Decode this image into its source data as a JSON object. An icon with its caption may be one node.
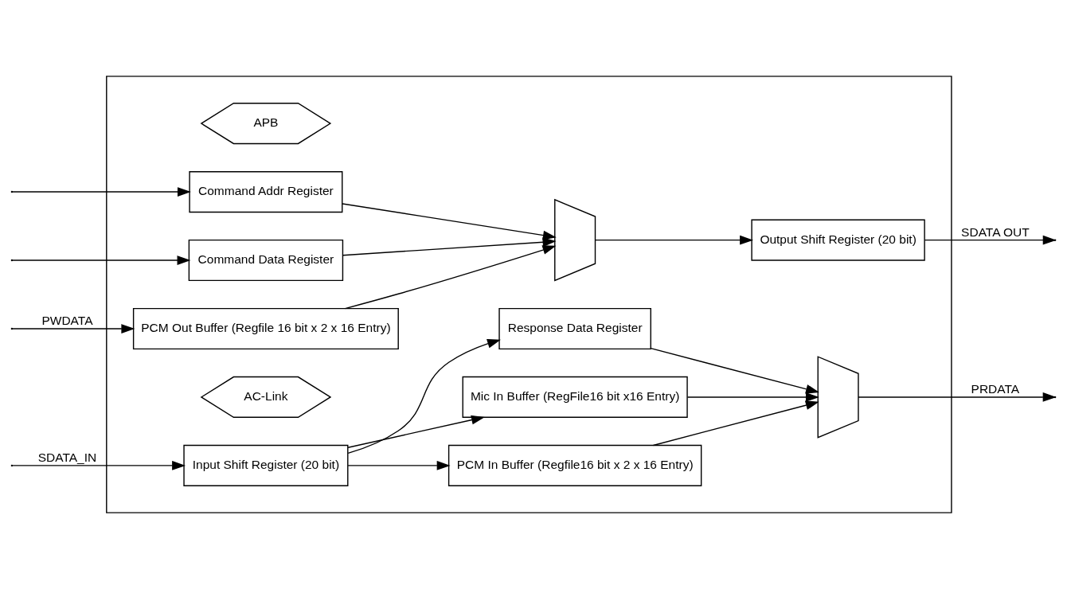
{
  "diagram": {
    "nodes": [
      {
        "text": [],
        "shape": "box"
      },
      {
        "text": [
          "APB"
        ],
        "in": 0
      },
      {
        "text": [
          "Command Addr Register"
        ],
        "in": 0
      },
      {
        "text": [
          "Command Data Register"
        ],
        "in": 0
      },
      {
        "text": [
          "PCM Out Buffer (Regfile 16 bit x 2 x 16 Entry)"
        ],
        "in": 0
      },
      {
        "text": [],
        "shape": "trapezoid",
        "in": 0
      },
      {
        "text": [
          "Output Shift Register (20 bit)"
        ],
        "in": 0
      },
      {
        "text": [
          "AC-Link"
        ],
        "in": 0
      },
      {
        "text": [
          "Input Shift Register (20 bit)"
        ],
        "in": 0
      },
      {
        "text": [
          "PCM In Buffer (Regfile16 bit x 2 x 16 Entry)"
        ],
        "in": 0
      },
      {
        "text": [
          "Mic In Buffer (RegFile16 bit x16 Entry)"
        ],
        "in": 0
      },
      {
        "text": [
          "Response Data Register"
        ],
        "in": 0
      },
      {
        "text": [],
        "shape": "trapezoid",
        "in": 0
      }
    ],
    "edges": [
      {
        "from": null,
        "to": 2,
        "arrow": "to"
      },
      {
        "from": null,
        "to": 3,
        "arrow": "to"
      },
      {
        "from": null,
        "to": 4,
        "arrow": "to",
        "label": "PWDATA"
      },
      {
        "from": 2,
        "to": 5,
        "arrow": "to"
      },
      {
        "from": 3,
        "to": 5,
        "arrow": "to"
      },
      {
        "from": 4,
        "to": 5,
        "arrow": "to"
      },
      {
        "from": 5,
        "to": 6,
        "arrow": "to"
      },
      {
        "from": 6,
        "to": null,
        "arrow": "to",
        "label": "SDATA OUT"
      },
      {
        "from": null,
        "to": 8,
        "arrow": "to",
        "label": "SDATA_IN"
      },
      {
        "from": 8,
        "to": 9,
        "arrow": "to"
      },
      {
        "from": 8,
        "to": 10,
        "arrow": "to"
      },
      {
        "from": 8,
        "to": 11,
        "arrow": "to"
      },
      {
        "from": 9,
        "to": 12,
        "arrow": "to"
      },
      {
        "from": 10,
        "to": 12,
        "arrow": "to"
      },
      {
        "from": 11,
        "to": 12,
        "arrow": "to"
      },
      {
        "from": 12,
        "to": null,
        "arrow": "to",
        "label": "PRDATA"
      }
    ]
  }
}
